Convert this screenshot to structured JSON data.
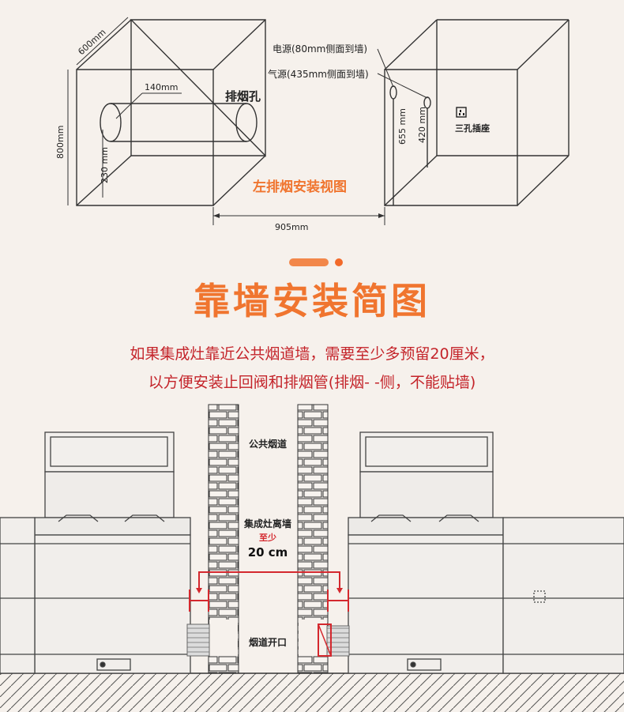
{
  "top_view": {
    "dim_depth": "600mm",
    "dim_height": "800mm",
    "dim_pipe_length": "140mm",
    "dim_pipe_height": "230 mm",
    "smoke_hole_label": "排烟孔",
    "power_label": "电源(80mm侧面到墙)",
    "gas_label": "气源(435mm侧面到墙)",
    "dim_power_height": "655 mm",
    "dim_gas_height": "420 mm",
    "socket_label": "三孔插座",
    "view_title": "左排烟安装视图",
    "dim_width": "905mm"
  },
  "section_title": "靠墙安装简图",
  "note_line1": "如果集成灶靠近公共烟道墙，需要至少多预留20厘米，",
  "note_line2": "以方便安装止回阀和排烟管(排烟- -侧，不能贴墙)",
  "wall_diagram": {
    "flue_label": "公共烟道",
    "distance_label": "集成灶离墙",
    "min_label": "至少",
    "distance_value": "20 cm",
    "opening_label": "烟道开口"
  },
  "colors": {
    "accent_orange": "#f0752f",
    "note_red": "#c4242a",
    "marker_red": "#d4282e",
    "line": "#333333"
  }
}
